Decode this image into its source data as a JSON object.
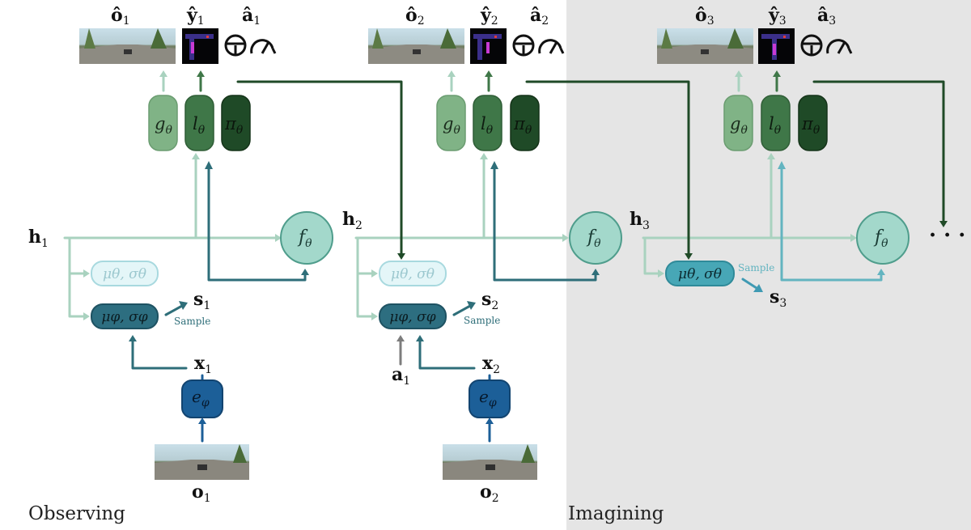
{
  "colors": {
    "imagine_bg": "#e5e5e5",
    "g_fill": "#80b386",
    "l_fill": "#3f7748",
    "pi_fill": "#1f4a27",
    "f_fill": "#a3d8cb",
    "f_stroke": "#4f9d8c",
    "prior_light_fill": "#e4f6f8",
    "prior_light_stroke": "#a8d9df",
    "post_fill": "#2d6e80",
    "prior_active_fill": "#47a7b6",
    "enc_fill": "#1c5f98",
    "arrow_light_green": "#a9d2bf",
    "arrow_dark_green": "#1f4a27",
    "arrow_teal": "#2e6e79",
    "arrow_blue": "#1c5f98",
    "arrow_grey": "#7d7d7d",
    "arrow_light_teal": "#63b4c0",
    "arrow_cyan": "#3f9ab3"
  },
  "icons": [
    "steering-wheel-icon",
    "speedometer-icon"
  ],
  "phases": {
    "left": "Observing",
    "right": "Imagining"
  },
  "steps": [
    {
      "h": {
        "base": "h",
        "sub": "1"
      },
      "outputs": {
        "o": {
          "base": "ô",
          "sub": "1"
        },
        "y": {
          "base": "ŷ",
          "sub": "1"
        },
        "a": {
          "base": "â",
          "sub": "1"
        }
      },
      "heads": {
        "g": {
          "base": "g",
          "sub": "θ"
        },
        "l": {
          "base": "l",
          "sub": "θ"
        },
        "pi": {
          "base": "π",
          "sub": "θ"
        }
      },
      "f": {
        "base": "f",
        "sub": "θ"
      },
      "prior": {
        "label": "μθ, σθ"
      },
      "post": {
        "label": "μφ, σφ"
      },
      "s": {
        "base": "s",
        "sub": "1"
      },
      "sample": "Sample",
      "x": {
        "base": "x",
        "sub": "1"
      },
      "enc": {
        "base": "e",
        "sub": "φ"
      },
      "obs": {
        "base": "o",
        "sub": "1"
      }
    },
    {
      "h": {
        "base": "h",
        "sub": "2"
      },
      "outputs": {
        "o": {
          "base": "ô",
          "sub": "2"
        },
        "y": {
          "base": "ŷ",
          "sub": "2"
        },
        "a": {
          "base": "â",
          "sub": "2"
        }
      },
      "heads": {
        "g": {
          "base": "g",
          "sub": "θ"
        },
        "l": {
          "base": "l",
          "sub": "θ"
        },
        "pi": {
          "base": "π",
          "sub": "θ"
        }
      },
      "f": {
        "base": "f",
        "sub": "θ"
      },
      "prior": {
        "label": "μθ, σθ"
      },
      "post": {
        "label": "μφ, σφ"
      },
      "s": {
        "base": "s",
        "sub": "2"
      },
      "sample": "Sample",
      "x": {
        "base": "x",
        "sub": "2"
      },
      "a_in": {
        "base": "a",
        "sub": "1"
      },
      "enc": {
        "base": "e",
        "sub": "φ"
      },
      "obs": {
        "base": "o",
        "sub": "2"
      }
    },
    {
      "h": {
        "base": "h",
        "sub": "3"
      },
      "outputs": {
        "o": {
          "base": "ô",
          "sub": "3"
        },
        "y": {
          "base": "ŷ",
          "sub": "3"
        },
        "a": {
          "base": "â",
          "sub": "3"
        }
      },
      "heads": {
        "g": {
          "base": "g",
          "sub": "θ"
        },
        "l": {
          "base": "l",
          "sub": "θ"
        },
        "pi": {
          "base": "π",
          "sub": "θ"
        }
      },
      "f": {
        "base": "f",
        "sub": "θ"
      },
      "prior": {
        "label": "μθ, σθ"
      },
      "s": {
        "base": "s",
        "sub": "3"
      },
      "sample": "Sample"
    }
  ],
  "ellipsis": "· · ·"
}
